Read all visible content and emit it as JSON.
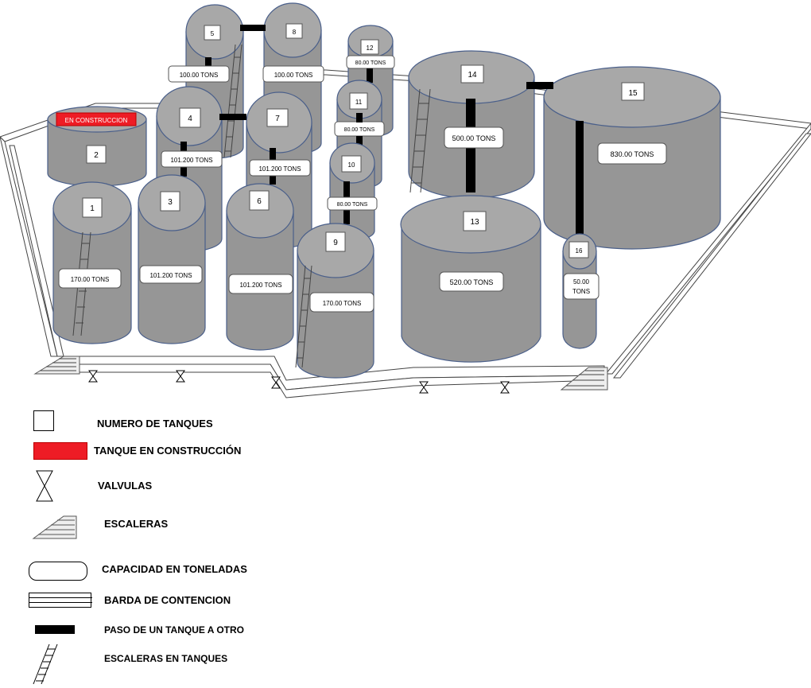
{
  "diagram": {
    "tanks": [
      {
        "number": "1",
        "capacity": "170.00 TONS"
      },
      {
        "number": "2",
        "status": "EN CONSTRUCCION"
      },
      {
        "number": "3",
        "capacity": "101.200 TONS"
      },
      {
        "number": "4",
        "capacity": "101.200 TONS"
      },
      {
        "number": "5",
        "capacity": "100.00 TONS"
      },
      {
        "number": "6",
        "capacity": "101.200 TONS"
      },
      {
        "number": "7",
        "capacity": "101.200 TONS"
      },
      {
        "number": "8",
        "capacity": "100.00 TONS"
      },
      {
        "number": "9",
        "capacity": "170.00 TONS"
      },
      {
        "number": "10",
        "capacity": "80.00 TONS"
      },
      {
        "number": "11",
        "capacity": "80.00 TONS"
      },
      {
        "number": "12",
        "capacity": "80.00 TONS"
      },
      {
        "number": "13",
        "capacity": "520.00  TONS"
      },
      {
        "number": "14",
        "capacity": "500.00  TONS"
      },
      {
        "number": "15",
        "capacity": "830.00 TONS"
      },
      {
        "number": "16",
        "capacity_line1": "50.00",
        "capacity_line2": "TONS"
      }
    ]
  },
  "legend": {
    "items": [
      {
        "symbol": "square-box-icon",
        "label": "NUMERO DE TANQUES"
      },
      {
        "symbol": "red-rectangle-icon",
        "label": "TANQUE EN CONSTRUCCIÓN"
      },
      {
        "symbol": "valve-icon",
        "label": "VALVULAS"
      },
      {
        "symbol": "stairs-icon",
        "label": "ESCALERAS"
      },
      {
        "symbol": "rounded-box-icon",
        "label": "CAPACIDAD EN TONELADAS"
      },
      {
        "symbol": "containment-wall-icon",
        "label": "BARDA DE CONTENCION"
      },
      {
        "symbol": "black-bar-icon",
        "label": "PASO DE UN TANQUE A OTRO"
      },
      {
        "symbol": "ladder-icon",
        "label": "ESCALERAS EN TANQUES"
      }
    ]
  },
  "colors": {
    "tank_fill": "#969696",
    "tank_stroke": "#4a5f8a",
    "construction": "#ee1c25",
    "connector": "#000000"
  }
}
